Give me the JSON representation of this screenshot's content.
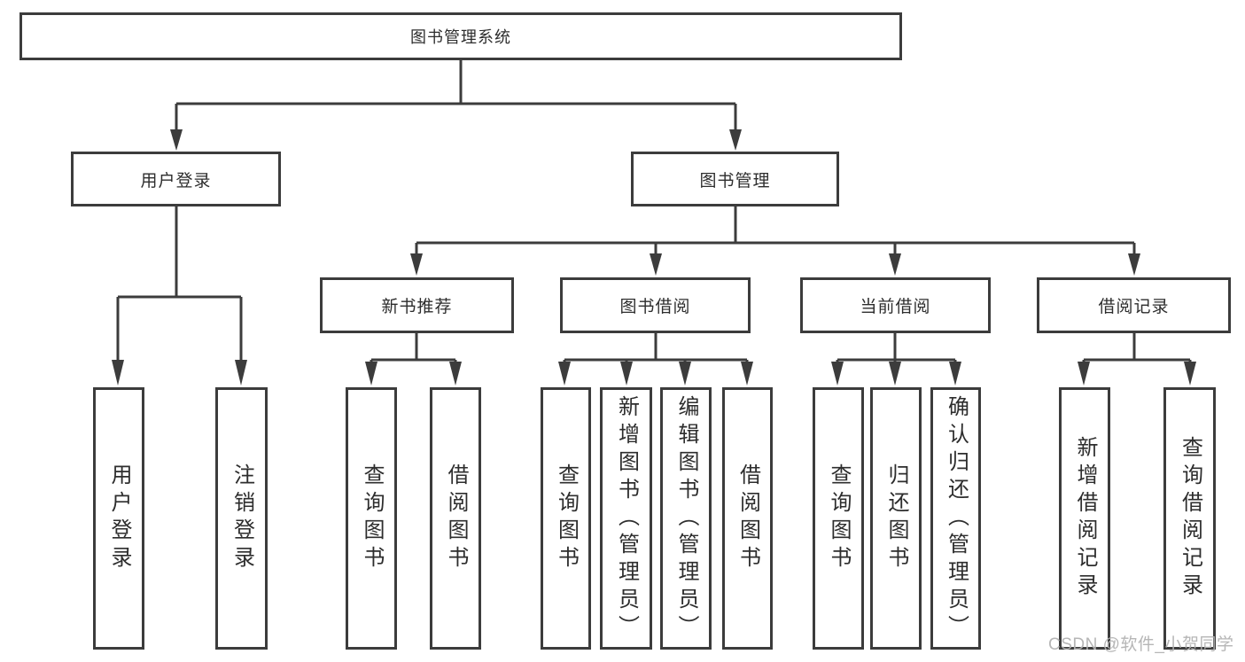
{
  "diagram": {
    "root": "图书管理系统",
    "branches": [
      {
        "label": "用户登录",
        "children": [
          "用户登录",
          "注销登录"
        ]
      },
      {
        "label": "图书管理",
        "groups": [
          {
            "label": "新书推荐",
            "children": [
              "查询图书",
              "借阅图书"
            ]
          },
          {
            "label": "图书借阅",
            "children": [
              "查询图书",
              "新增图书（管理员）",
              "编辑图书（管理员）",
              "借阅图书"
            ]
          },
          {
            "label": "当前借阅",
            "children": [
              "查询图书",
              "归还图书",
              "确认归还（管理员）"
            ]
          },
          {
            "label": "借阅记录",
            "children": [
              "新增借阅记录",
              "查询借阅记录"
            ]
          }
        ]
      }
    ]
  },
  "watermark": "CSDN @软件_小贺同学",
  "colors": {
    "line": "#3c3c3c",
    "text": "#2d2d2d",
    "watermark": "#b2b2b2"
  }
}
